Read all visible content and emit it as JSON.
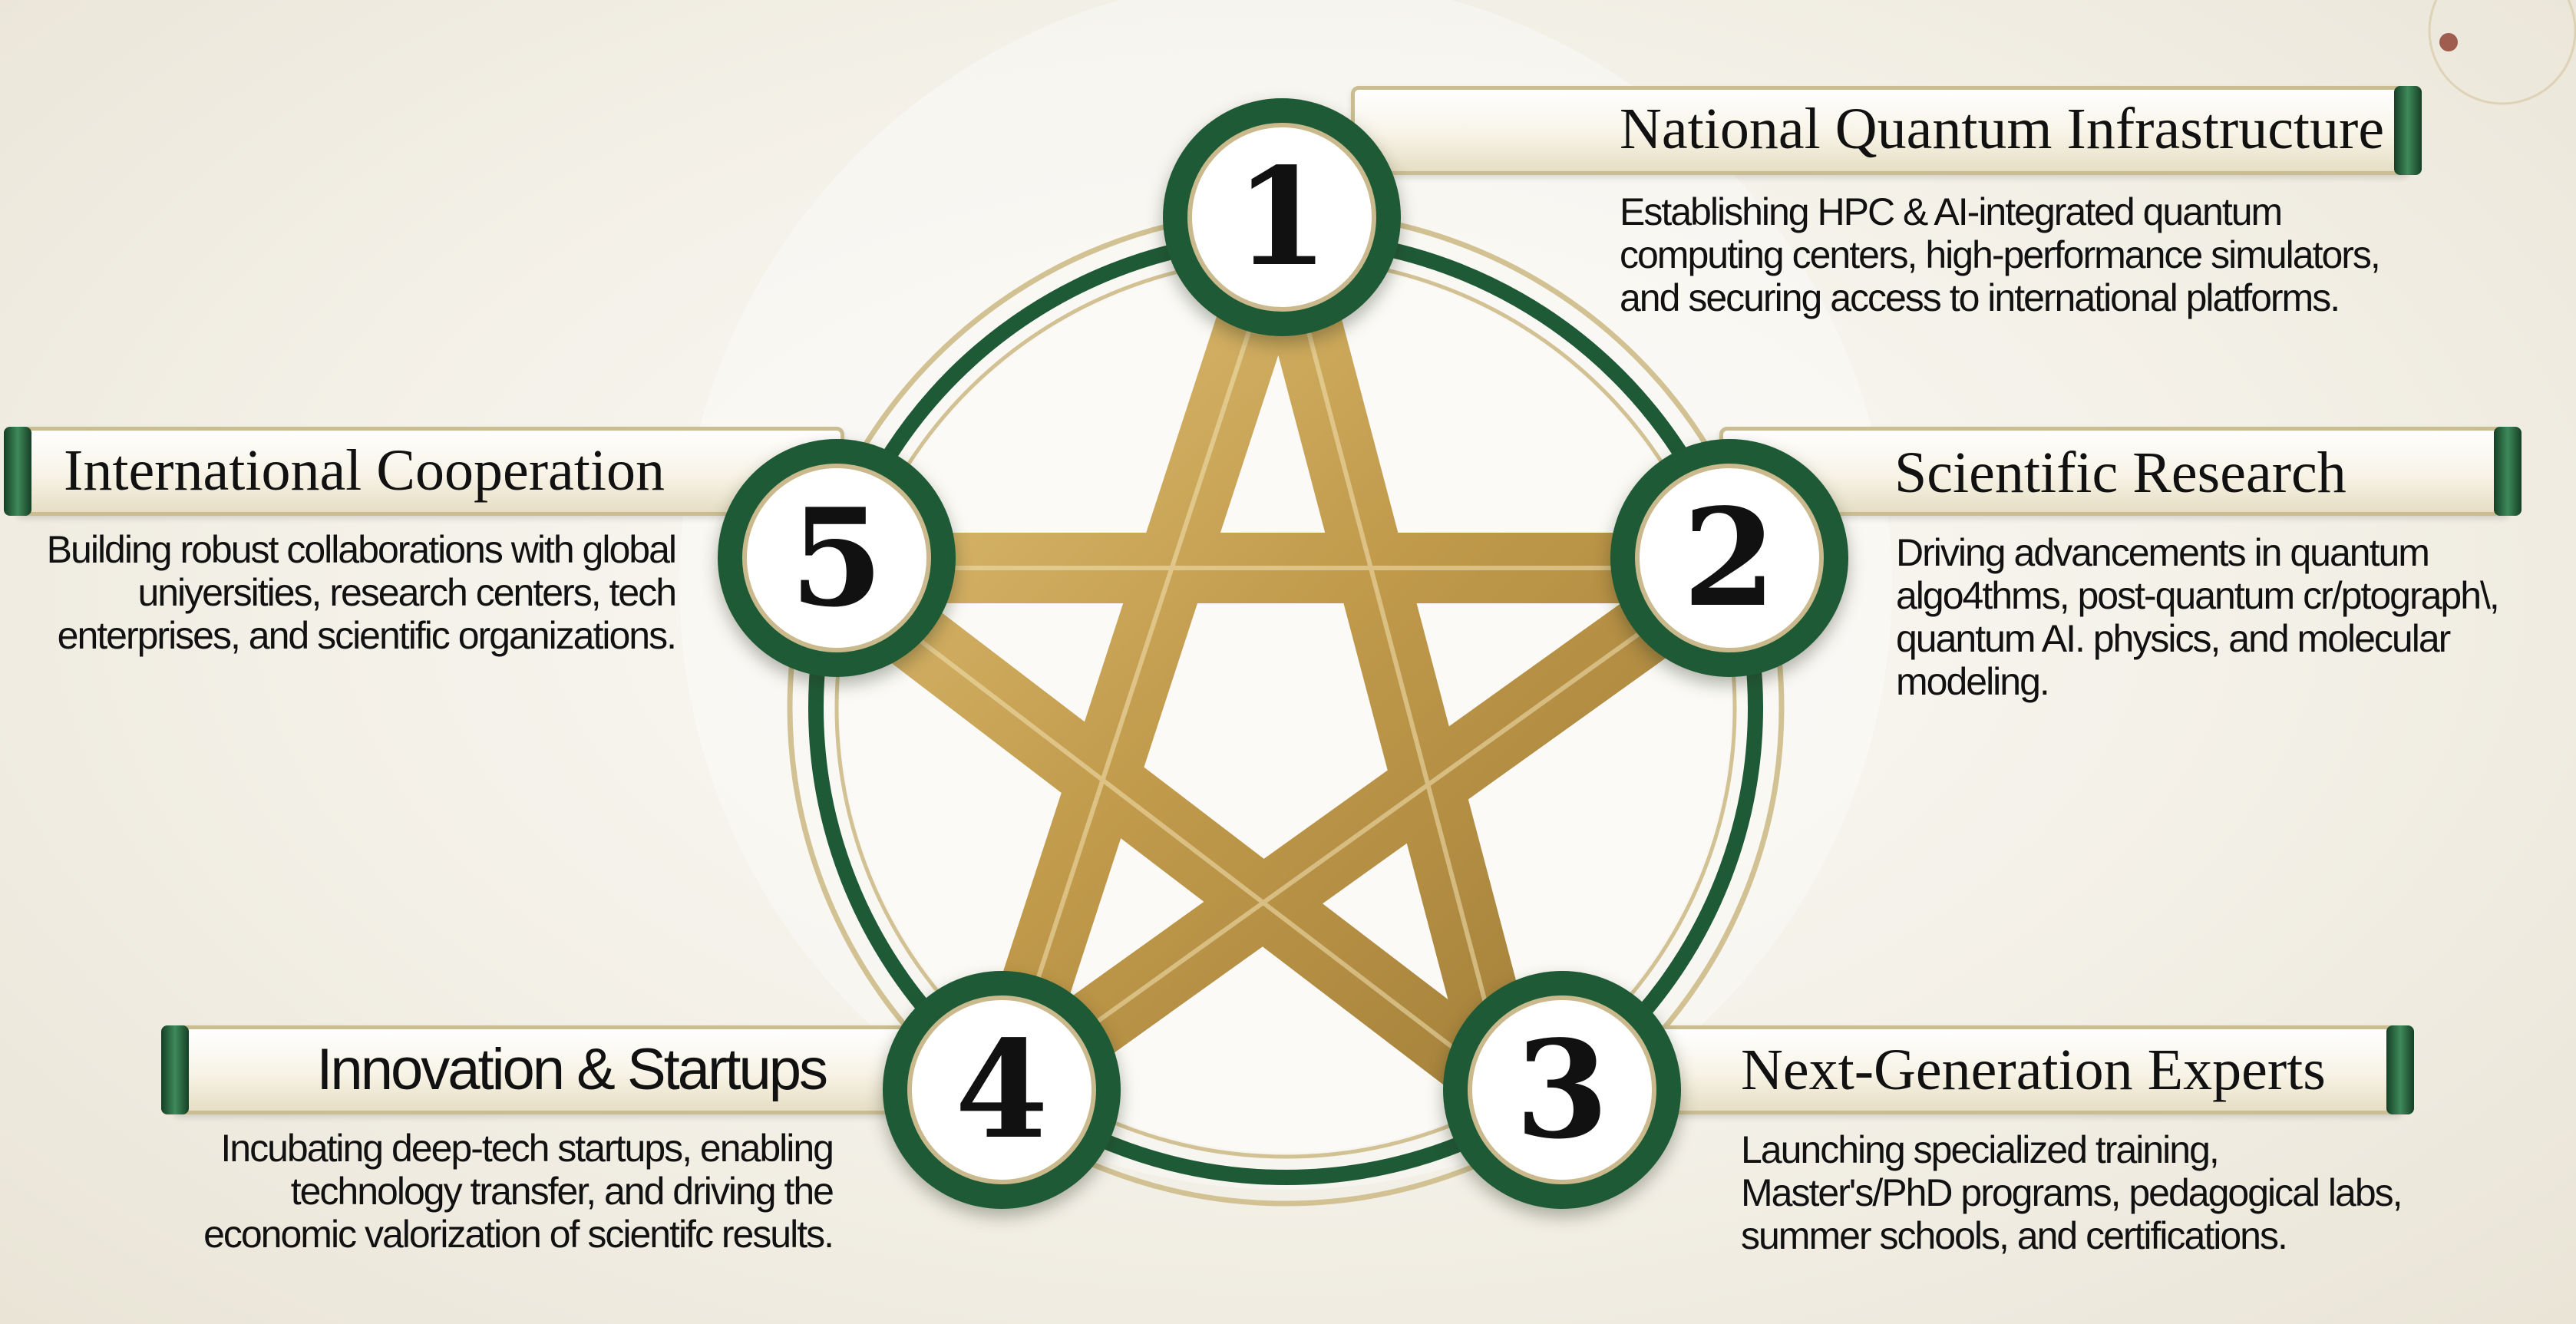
{
  "colors": {
    "ring_green": "#1f5a36",
    "gold": "#c6a253",
    "background": "#f3f0e7"
  },
  "pillars": [
    {
      "number": "1",
      "title": "National Quantum Infrastructure",
      "description": "Establishing HPC & AI-integrated quantum computing centers, high-performance simulators, and securing access to international platforms."
    },
    {
      "number": "2",
      "title": "Scientific Research",
      "description": "Driving advancements in quantum algo4thms, post-quantum cr/ptograph\\, quantum AI. physics, and molecular modeling."
    },
    {
      "number": "3",
      "title": "Next-Generation Experts",
      "description": "Launching specialized training, Master's/PhD programs, pedagogical labs, summer schools, and certifications."
    },
    {
      "number": "4",
      "title": "Innovation & Startups",
      "description": "Incubating deep-tech startups, enabling technology transfer, and driving the economic valorization of scientifc results."
    },
    {
      "number": "5",
      "title": "International Cooperation",
      "description": "Building robust collaborations with global uniyersities, research centers, tech enterprises, and scientific organizations."
    }
  ]
}
